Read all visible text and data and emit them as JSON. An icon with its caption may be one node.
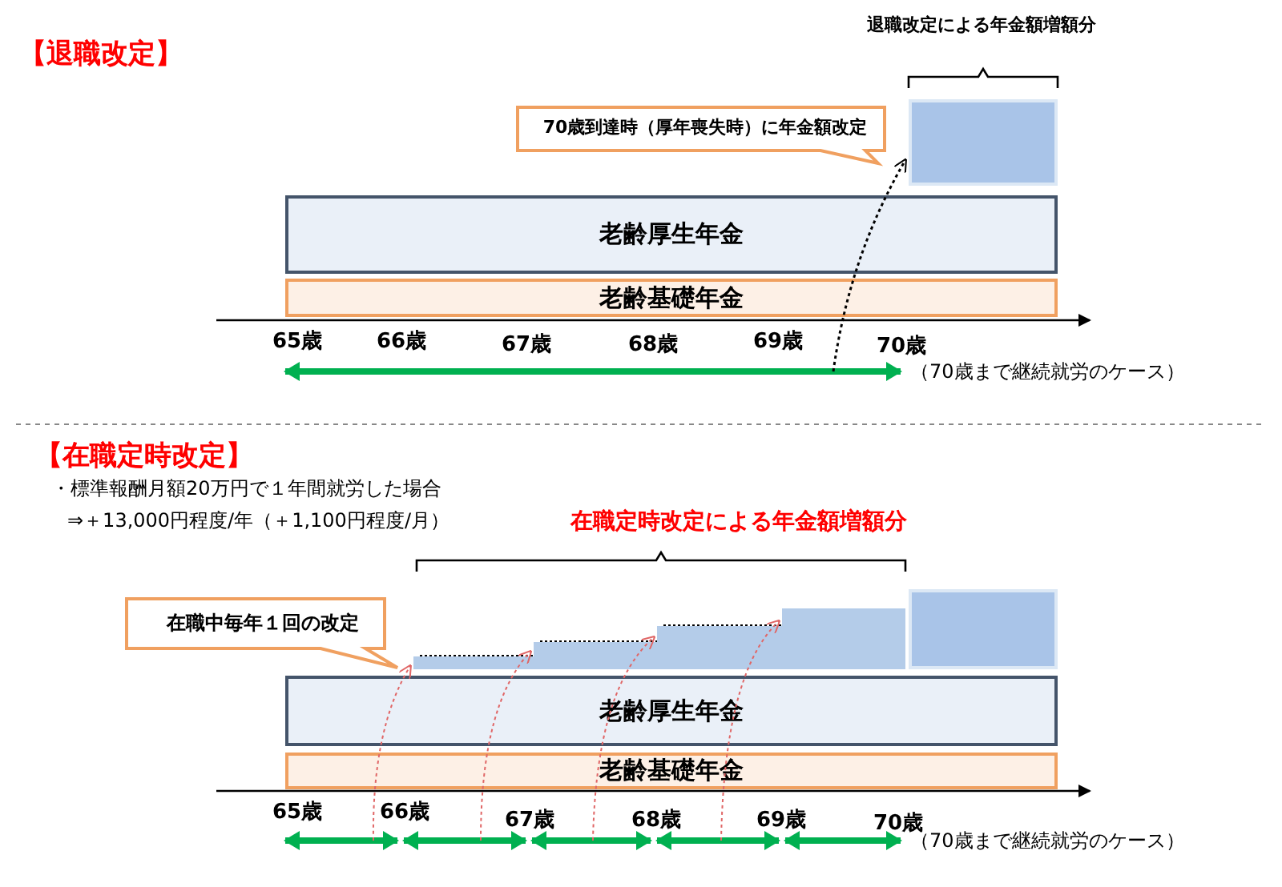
{
  "diagram": {
    "nodes": [
      {
        "text": [
          "70歳到達時（厚年喪失時）に年金額改定"
        ]
      },
      {
        "text": [],
        "shape": "box"
      },
      {
        "text": [
          "老齢厚生年金"
        ]
      },
      {
        "text": [
          "老齢基礎年金"
        ]
      },
      {
        "text": [
          "在職中毎年１回の改定"
        ]
      },
      {
        "text": [],
        "shape": "bar"
      },
      {
        "text": [],
        "shape": "bar"
      },
      {
        "text": [],
        "shape": "bar"
      },
      {
        "text": [],
        "shape": "bar"
      },
      {
        "text": [],
        "shape": "box"
      },
      {
        "text": [
          "老齢厚生年金"
        ]
      },
      {
        "text": [
          "老齢基礎年金"
        ]
      }
    ],
    "edges": [
      {
        "from": null,
        "to": 1,
        "arrow": "to",
        "style": "dashed",
        "color": "#000000"
      },
      {
        "from": null,
        "to": 5,
        "arrow": "to",
        "style": "dashed"
      },
      {
        "from": null,
        "to": 6,
        "arrow": "to",
        "style": "dashed"
      },
      {
        "from": null,
        "to": 7,
        "arrow": "to",
        "style": "dashed"
      },
      {
        "from": null,
        "to": 8,
        "arrow": "to",
        "style": "dashed"
      }
    ],
    "labels": [
      "【退職改定】",
      "退職改定による年金額増額分",
      "65歳",
      "66歳",
      "67歳",
      "68歳",
      "69歳",
      "70歳",
      "（70歳まで継続就労のケース）",
      "【在職定時改定】",
      "・標準報酬月額20万円で１年間就労した場合",
      "⇒＋13,000円程度/年（＋1,100円程度/月）",
      "在職定時改定による年金額増額分",
      "65歳",
      "66歳",
      "67歳",
      "68歳",
      "69歳",
      "70歳",
      "（70歳まで継続就労のケース）"
    ]
  }
}
